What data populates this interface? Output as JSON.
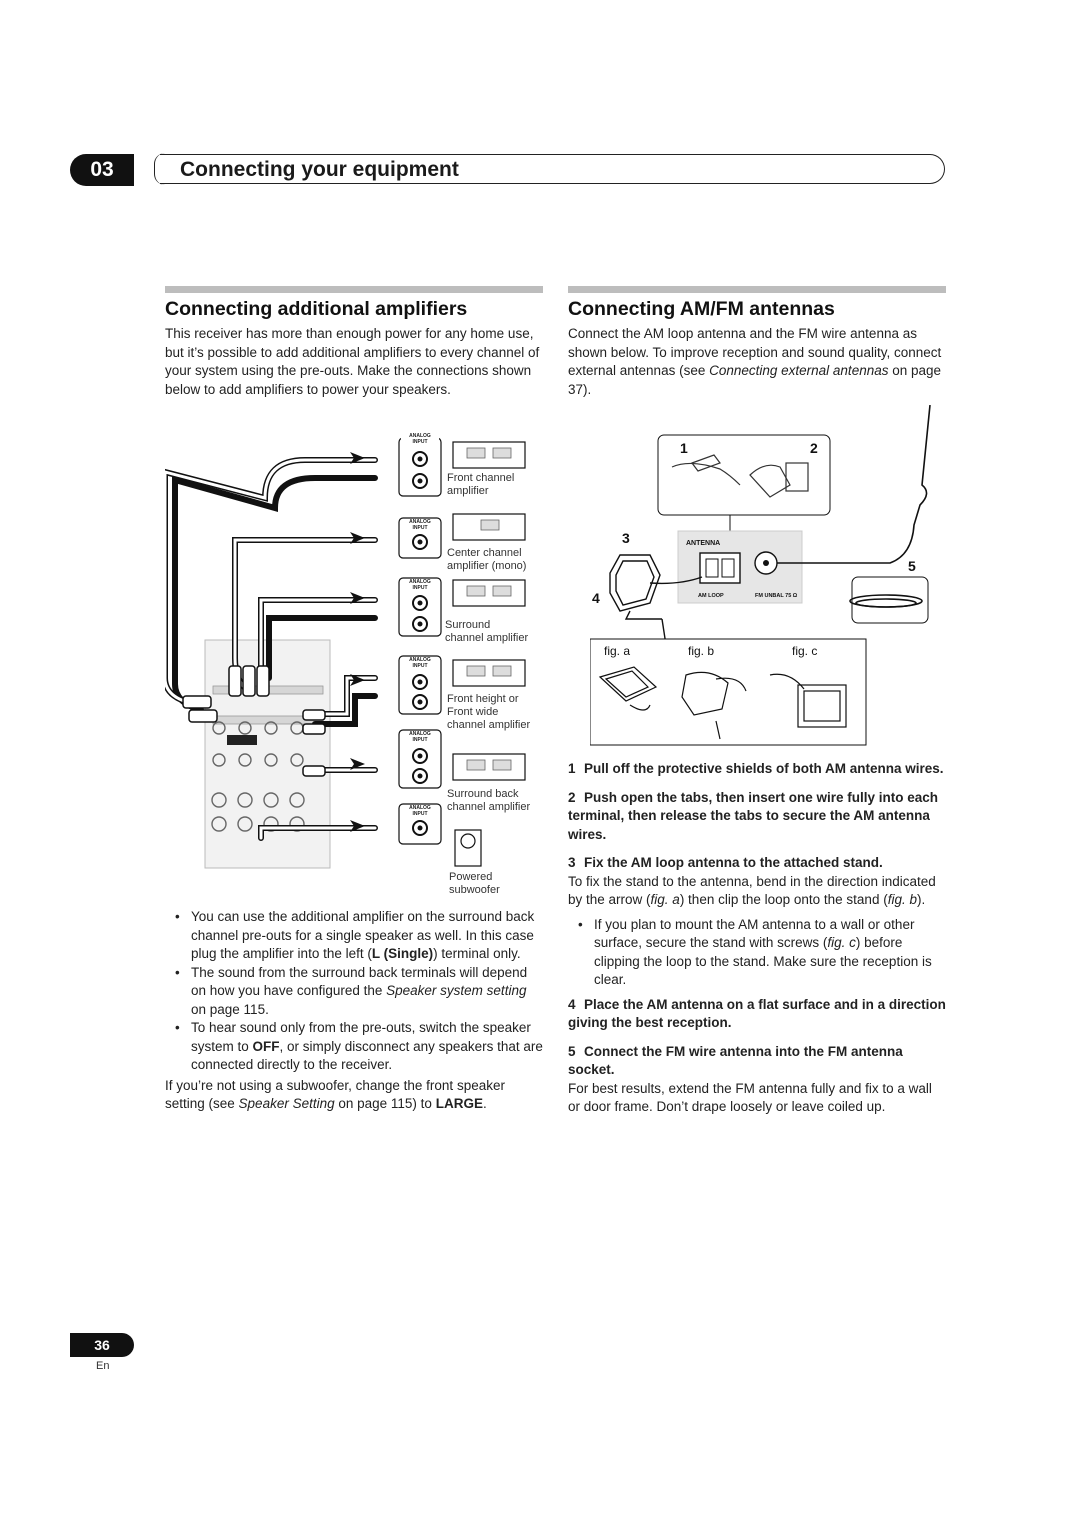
{
  "chapter": {
    "number": "03",
    "title": "Connecting your equipment"
  },
  "left": {
    "heading": "Connecting additional amplifiers",
    "intro": "This receiver has more than enough power for any home use, but it’s possible to add additional amplifiers to every channel of your system using the pre-outs. Make the connections shown below to add amplifiers to power your speakers.",
    "diagram": {
      "analog_input_line1": "ANALOG",
      "analog_input_line2": "INPUT",
      "amp_labels": [
        [
          "Front channel",
          "amplifier"
        ],
        [
          "Center channel",
          "amplifier (mono)"
        ],
        [
          "Surround",
          "channel amplifier"
        ],
        [
          "Front height or",
          "Front wide",
          "channel amplifier"
        ],
        [
          "Surround back",
          "channel amplifier"
        ],
        [
          "Powered",
          "subwoofer"
        ]
      ]
    },
    "bullets": [
      {
        "pre": "You can use the additional amplifier on the surround back channel pre-outs for a single speaker as well. In this case plug the amplifier into the left (",
        "bold": "L (Single)",
        "post": ") terminal only."
      },
      {
        "pre": "The sound from the surround back terminals will depend on how you have configured the ",
        "italic": "Speaker system setting",
        "post": " on page 115."
      },
      {
        "pre": "To hear sound only from the pre-outs, switch the speaker system to ",
        "bold": "OFF",
        "post": ", or simply disconnect any speakers that are connected directly to the receiver."
      }
    ],
    "closing": {
      "pre": "If you’re not using a subwoofer, change the front speaker setting (see ",
      "italic": "Speaker Setting",
      "mid": " on page 115) to ",
      "bold": "LARGE",
      "post": "."
    }
  },
  "right": {
    "heading": "Connecting AM/FM antennas",
    "intro": {
      "pre": "Connect the AM loop antenna and the FM wire antenna as shown below. To improve reception and sound quality, connect external antennas (see ",
      "italic": "Connecting external antennas",
      "post": " on page 37)."
    },
    "diagram": {
      "callouts": [
        "1",
        "2",
        "3",
        "4",
        "5"
      ],
      "panel_title": "ANTENNA",
      "am_label": "AM LOOP",
      "fm_label": "FM UNBAL 75 Ω",
      "figs": [
        "fig. a",
        "fig. b",
        "fig. c"
      ]
    },
    "steps": [
      {
        "num": "1",
        "text": "Pull off the protective shields of both AM antenna wires."
      },
      {
        "num": "2",
        "text": "Push open the tabs, then insert one wire fully into each terminal, then release the tabs to secure the AM antenna wires."
      },
      {
        "num": "3",
        "text": "Fix the AM loop antenna to the attached stand."
      },
      {
        "num": "4",
        "text": "Place the AM antenna on a flat surface and in a direction giving the best reception."
      },
      {
        "num": "5",
        "text": "Connect the FM wire antenna into the FM antenna socket."
      }
    ],
    "step3_body": {
      "pre": "To fix the stand to the antenna, bend in the direction indicated by the arrow (",
      "italic1": "fig. a",
      "mid": ") then clip the loop onto the stand (",
      "italic2": "fig. b",
      "post": ")."
    },
    "step3_bullet": {
      "pre": "If you plan to mount the AM antenna to a wall or other surface, secure the stand with screws (",
      "italic": "fig. c",
      "post": ") before clipping the loop to the stand. Make sure the reception is clear."
    },
    "step5_body": "For best results, extend the FM antenna fully and fix to a wall or door frame. Don’t drape loosely or leave coiled up."
  },
  "footer": {
    "page": "36",
    "lang": "En"
  }
}
